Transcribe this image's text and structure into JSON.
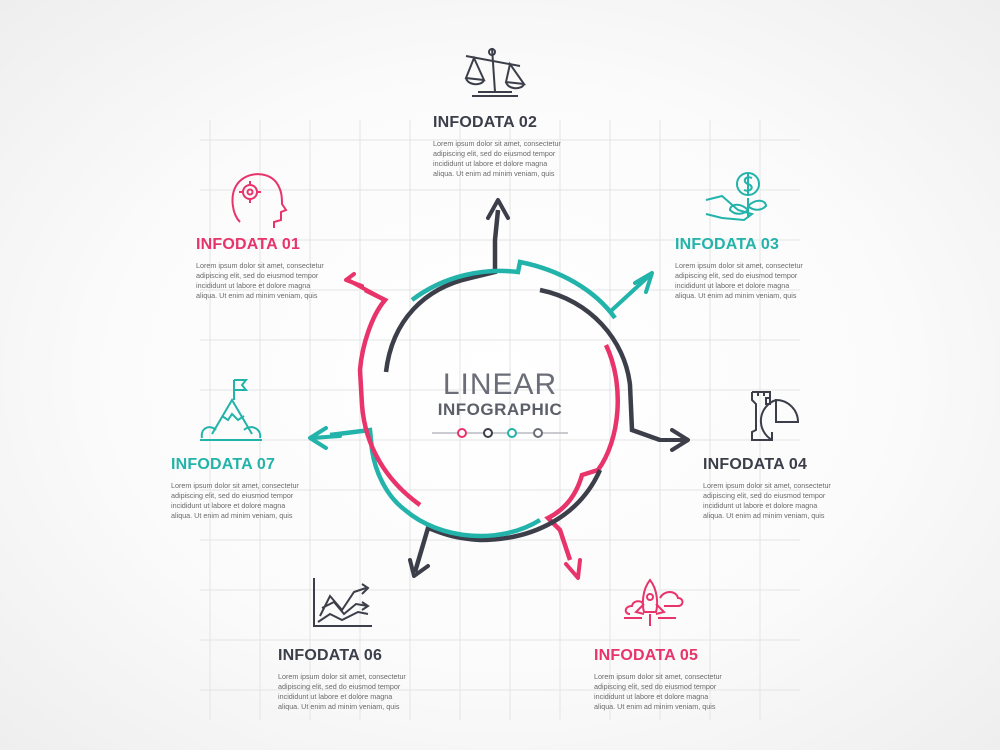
{
  "center": {
    "title": "LINEAR",
    "subtitle": "INFOGRAPHIC"
  },
  "colors": {
    "pink": "#e8336b",
    "teal": "#22b3aa",
    "dark": "#3c3f4a",
    "grid": "#e6e6e6"
  },
  "steps": [
    {
      "title": "INFODATA 01",
      "color": "pink",
      "icon": "gear-head-icon",
      "lines": [
        "Lorem ipsum dolor sit amet, consectetur",
        "adipiscing elit, sed do eiusmod tempor",
        "incididunt ut labore et dolore magna",
        "aliqua. Ut enim ad minim veniam, quis"
      ]
    },
    {
      "title": "INFODATA 02",
      "color": "dark",
      "icon": "balance-scale-icon",
      "lines": [
        "Lorem ipsum dolor sit amet, consectetur",
        "adipiscing elit, sed do eiusmod tempor",
        "incididunt ut labore et dolore magna",
        "aliqua. Ut enim ad minim veniam, quis"
      ]
    },
    {
      "title": "INFODATA 03",
      "color": "teal",
      "icon": "hand-coin-icon",
      "lines": [
        "Lorem ipsum dolor sit amet, consectetur",
        "adipiscing elit, sed do eiusmod tempor",
        "incididunt ut labore et dolore magna",
        "aliqua. Ut enim ad minim veniam, quis"
      ]
    },
    {
      "title": "INFODATA 04",
      "color": "dark",
      "icon": "chess-rook-chart-icon",
      "lines": [
        "Lorem ipsum dolor sit amet, consectetur",
        "adipiscing elit, sed do eiusmod tempor",
        "incididunt ut labore et dolore magna",
        "aliqua. Ut enim ad minim veniam, quis"
      ]
    },
    {
      "title": "INFODATA 05",
      "color": "pink",
      "icon": "rocket-icon",
      "lines": [
        "Lorem ipsum dolor sit amet, consectetur",
        "adipiscing elit, sed do eiusmod tempor",
        "incididunt ut labore et dolore magna",
        "aliqua. Ut enim ad minim veniam, quis"
      ]
    },
    {
      "title": "INFODATA 06",
      "color": "dark",
      "icon": "trend-chart-icon",
      "lines": [
        "Lorem ipsum dolor sit amet, consectetur",
        "adipiscing elit, sed do eiusmod tempor",
        "incididunt ut labore et dolore magna",
        "aliqua. Ut enim ad minim veniam, quis"
      ]
    },
    {
      "title": "INFODATA 07",
      "color": "teal",
      "icon": "mountain-flag-icon",
      "lines": [
        "Lorem ipsum dolor sit amet, consectetur",
        "adipiscing elit, sed do eiusmod tempor",
        "incididunt ut labore et dolore magna",
        "aliqua. Ut enim ad minim veniam, quis"
      ]
    }
  ]
}
